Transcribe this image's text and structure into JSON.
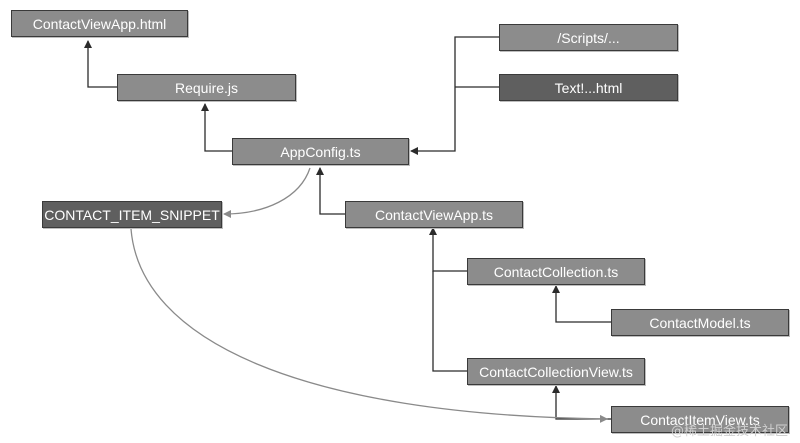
{
  "nodes": {
    "contact_view_app_html": "ContactViewApp.html",
    "require_js": "Require.js",
    "app_config_ts": "AppConfig.ts",
    "scripts": "/Scripts/...",
    "text_html": "Text!...html",
    "contact_item_snippet": "CONTACT_ITEM_SNIPPET",
    "contact_view_app_ts": "ContactViewApp.ts",
    "contact_collection_ts": "ContactCollection.ts",
    "contact_model_ts": "ContactModel.ts",
    "contact_collection_view_ts": "ContactCollectionView.ts",
    "contact_item_view_ts": "ContactItemView.ts"
  },
  "watermark": "@稀土掘金技术社区",
  "colors": {
    "node_light": "#8c8c8c",
    "node_dark": "#5f5f5f",
    "node_text": "#ffffff",
    "connector": "#2b2b2b",
    "curve": "#8a8a8a"
  }
}
